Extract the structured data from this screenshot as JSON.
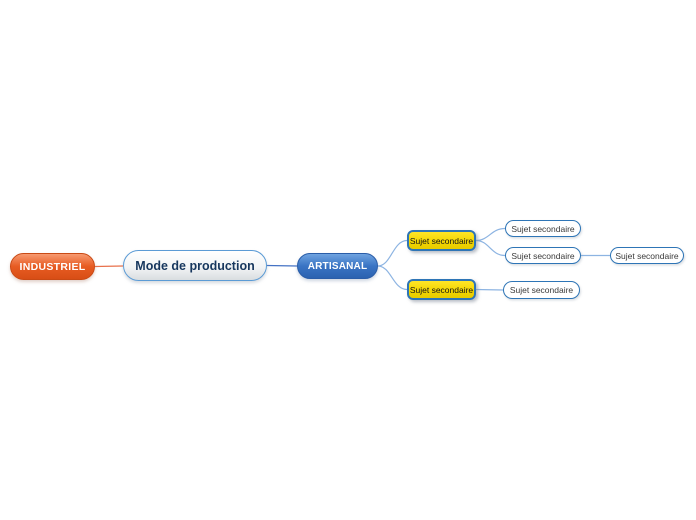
{
  "app": {
    "background": "#FFFFFF"
  },
  "mindmap": {
    "main_topic": {
      "label": "Mode de production",
      "text_color": "#17375E",
      "border_color": "#5B9BD5"
    },
    "industriel": {
      "label": "INDUSTRIEL",
      "fill": "#E0561D",
      "text_color": "#FFFFFF"
    },
    "artisanal": {
      "label": "ARTISANAL",
      "fill": "#2F6BB8",
      "text_color": "#FFFFFF",
      "children": [
        {
          "label": "Sujet secondaire",
          "variant": "yellow",
          "children": [
            {
              "label": "Sujet secondaire",
              "variant": "outline",
              "children": []
            },
            {
              "label": "Sujet secondaire",
              "variant": "outline",
              "children": [
                {
                  "label": "Sujet secondaire",
                  "variant": "outline",
                  "children": []
                }
              ]
            }
          ]
        },
        {
          "label": "Sujet secondaire",
          "variant": "yellow",
          "children": [
            {
              "label": "Sujet secondaire",
              "variant": "outline",
              "children": []
            }
          ]
        }
      ]
    },
    "colors": {
      "yellow_fill": "#F2D500",
      "node_border_blue": "#2E75B6",
      "connector_light_blue": "#8DB4E2",
      "connector_main_blue": "#4472C4",
      "connector_orange": "#E8704B"
    }
  }
}
